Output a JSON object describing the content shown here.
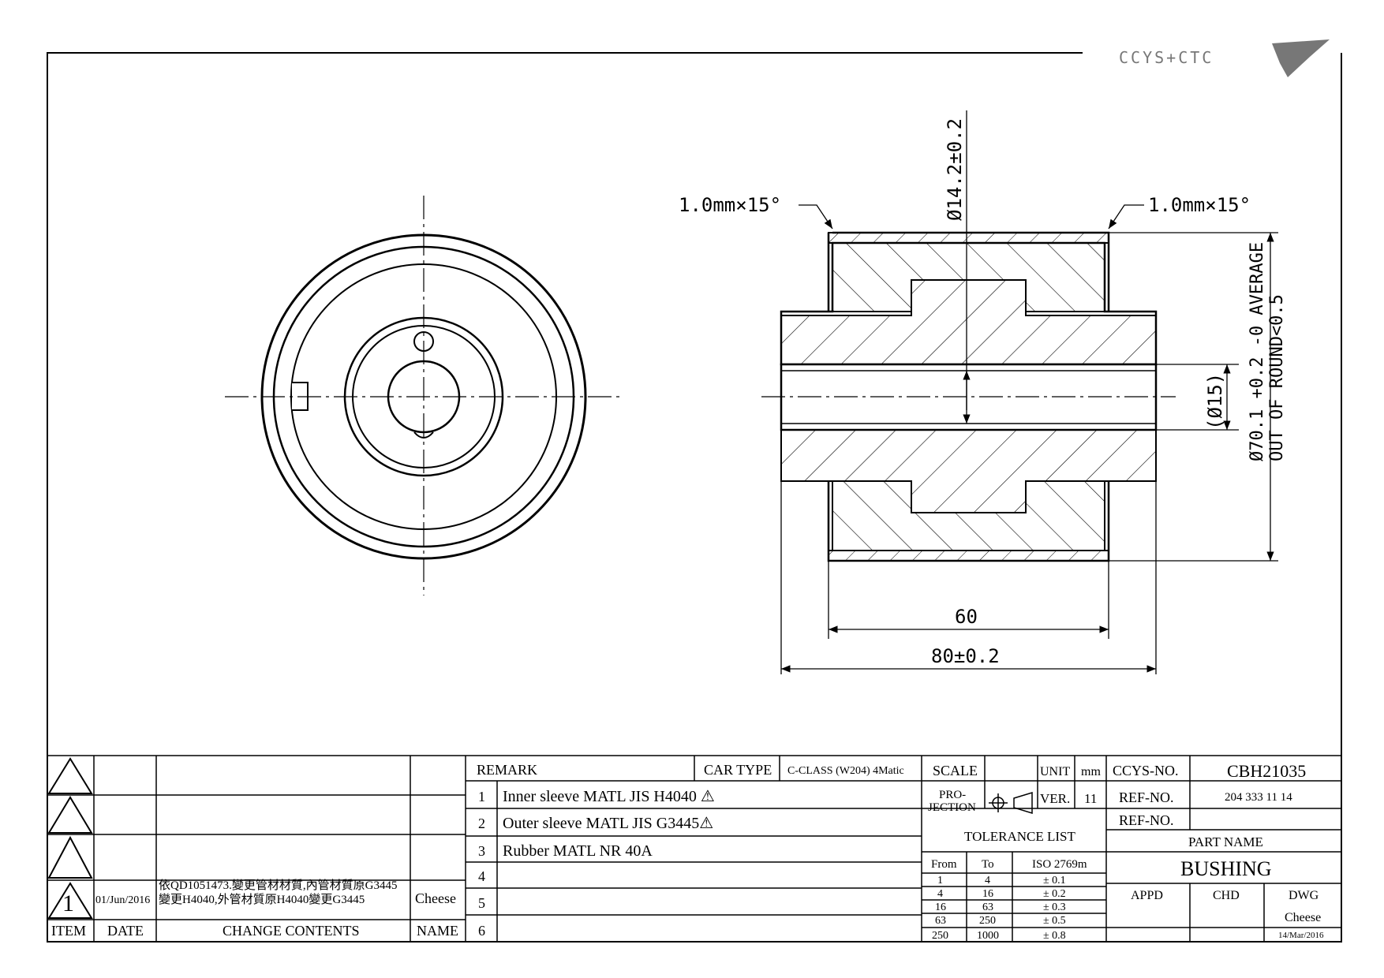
{
  "brand": {
    "logo_text": "CCYS+CTC"
  },
  "dimensions": {
    "chamfer_left": "1.0mm×15°",
    "chamfer_right": "1.0mm×15°",
    "wall_thickness": "Ø14.2±0.2",
    "bore": "(Ø15)",
    "outer_diameter_line1": "Ø70.1 +0.2 -0 AVERAGE",
    "outer_diameter_line2": "OUT OF ROUND<0.5",
    "inner_length": "60",
    "overall_length": "80±0.2"
  },
  "revisions": {
    "rows": [
      {
        "item": "",
        "date": "",
        "content_1": "",
        "content_2": "",
        "name": ""
      },
      {
        "item": "",
        "date": "",
        "content_1": "",
        "content_2": "",
        "name": ""
      },
      {
        "item": "",
        "date": "",
        "content_1": "",
        "content_2": "",
        "name": ""
      },
      {
        "item": "1",
        "date": "01/Jun/2016",
        "content_1": "依QD1051473.變更管材材質,內管材質原G3445",
        "content_2": "變更H4040,外管材質原H4040變更G3445",
        "name": "Cheese"
      }
    ],
    "headers": {
      "item": "ITEM",
      "date": "DATE",
      "content": "CHANGE CONTENTS",
      "name": "NAME"
    }
  },
  "remarks": {
    "header": "REMARK",
    "car_type_label": "CAR TYPE",
    "car_type_value": "C-CLASS (W204) 4Matic",
    "rows": [
      {
        "no": "1",
        "text": "Inner sleeve MATL JIS H4040 ⚠"
      },
      {
        "no": "2",
        "text": "Outer sleeve MATL JIS G3445⚠"
      },
      {
        "no": "3",
        "text": "Rubber MATL NR 40A"
      },
      {
        "no": "4",
        "text": ""
      },
      {
        "no": "5",
        "text": ""
      },
      {
        "no": "6",
        "text": ""
      }
    ]
  },
  "title_block": {
    "scale_label": "SCALE",
    "scale_value": "",
    "unit_label": "UNIT",
    "unit_value": "mm",
    "projection_label_1": "PRO-",
    "projection_label_2": "JECTION",
    "ver_label": "VER.",
    "ver_value": "11",
    "ccys_no_label": "CCYS-NO.",
    "ccys_no_value": "CBH21035",
    "ref_no_label": "REF-NO.",
    "ref_no_value": "204 333 11 14",
    "ref_no_label_2": "REF-NO.",
    "ref_no_value_2": "",
    "part_name_label": "PART NAME",
    "part_name_value": "BUSHING",
    "appd_label": "APPD",
    "chd_label": "CHD",
    "dwg_label": "DWG",
    "dwg_name": "Cheese",
    "dwg_date": "14/Mar/2016"
  },
  "tolerance": {
    "title": "TOLERANCE LIST",
    "headers": {
      "from": "From",
      "to": "To",
      "std": "ISO 2769m"
    },
    "rows": [
      {
        "from": "1",
        "to": "4",
        "tol": "± 0.1"
      },
      {
        "from": "4",
        "to": "16",
        "tol": "± 0.2"
      },
      {
        "from": "16",
        "to": "63",
        "tol": "± 0.3"
      },
      {
        "from": "63",
        "to": "250",
        "tol": "± 0.5"
      },
      {
        "from": "250",
        "to": "1000",
        "tol": "± 0.8"
      }
    ]
  }
}
